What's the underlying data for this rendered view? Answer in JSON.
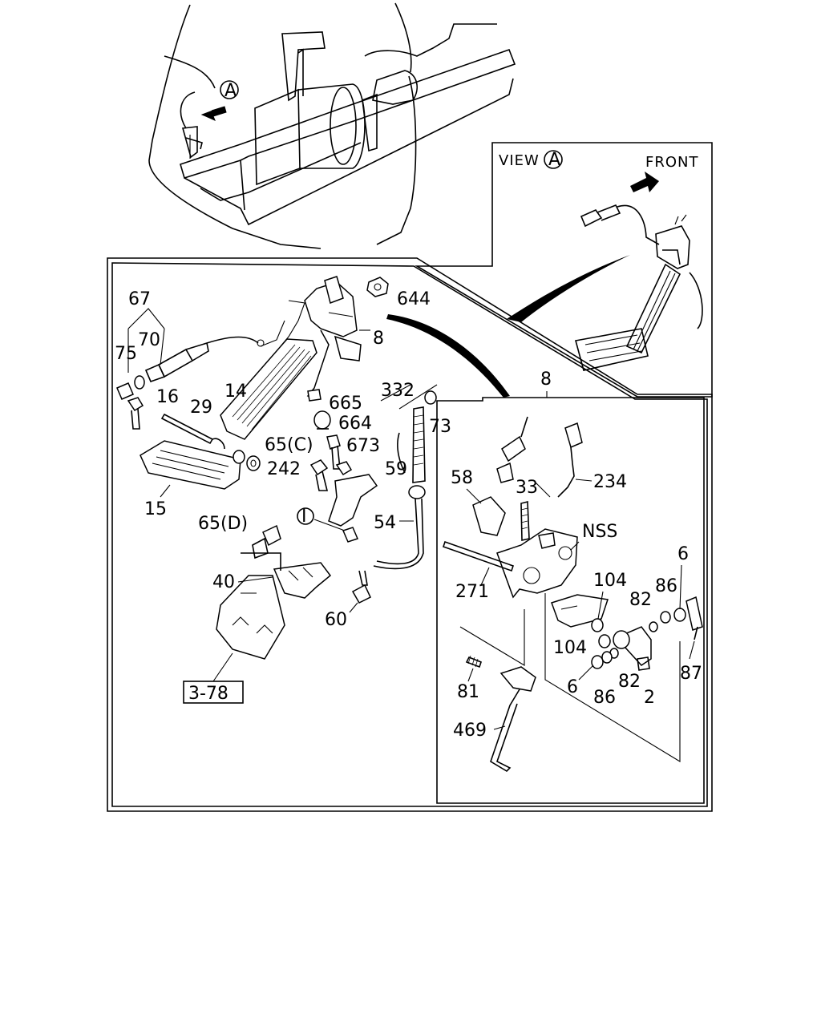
{
  "view_box": {
    "title": "VIEW",
    "circle_letter": "A",
    "direction_label": "FRONT"
  },
  "overview": {
    "marker_letter": "A"
  },
  "connector_marker": "I",
  "box_refs": [
    "3-78"
  ],
  "detail_label": "8",
  "callouts": {
    "main": [
      "67",
      "70",
      "75",
      "16",
      "29",
      "14",
      "15",
      "242",
      "644",
      "8",
      "665",
      "664",
      "332",
      "73",
      "65(C)",
      "673",
      "59",
      "65(D)",
      "54",
      "40",
      "60"
    ],
    "detail": [
      "58",
      "33",
      "234",
      "NSS",
      "6",
      "104",
      "86",
      "82",
      "271",
      "104",
      "6",
      "86",
      "82",
      "2",
      "87",
      "81",
      "469"
    ]
  }
}
